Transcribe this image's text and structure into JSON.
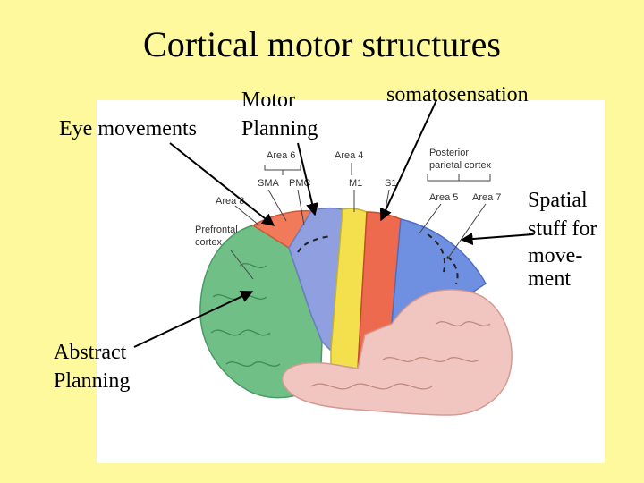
{
  "slide": {
    "title": "Cortical motor structures",
    "labels": {
      "motor_planning_line1": "Motor",
      "motor_planning_line2": "Planning",
      "eye_movements": "Eye movements",
      "somatosensation": "somatosensation",
      "spatial_line1": "Spatial",
      "spatial_line2": "stuff for",
      "spatial_line3": "move-",
      "spatial_line4": "ment",
      "abstract_line1": "Abstract",
      "abstract_line2": "Planning"
    }
  },
  "figure": {
    "labels": {
      "area6": "Area 6",
      "area4": "Area 4",
      "posterior_line1": "Posterior",
      "posterior_line2": "parietal cortex",
      "sma": "SMA",
      "pmc": "PMC",
      "m1": "M1",
      "s1": "S1",
      "area8": "Area 8",
      "area5": "Area 5",
      "area7": "Area 7",
      "prefrontal_line1": "Prefrontal",
      "prefrontal_line2": "cortex"
    },
    "colors": {
      "prefrontal": "#6fbf87",
      "area8": "#f07a5a",
      "premotor": "#8f9fe0",
      "m1": "#f4e04d",
      "s1": "#ee6a4e",
      "parietal": "#6f8fe0",
      "temporal_occipital": "#f2c6c0"
    }
  }
}
